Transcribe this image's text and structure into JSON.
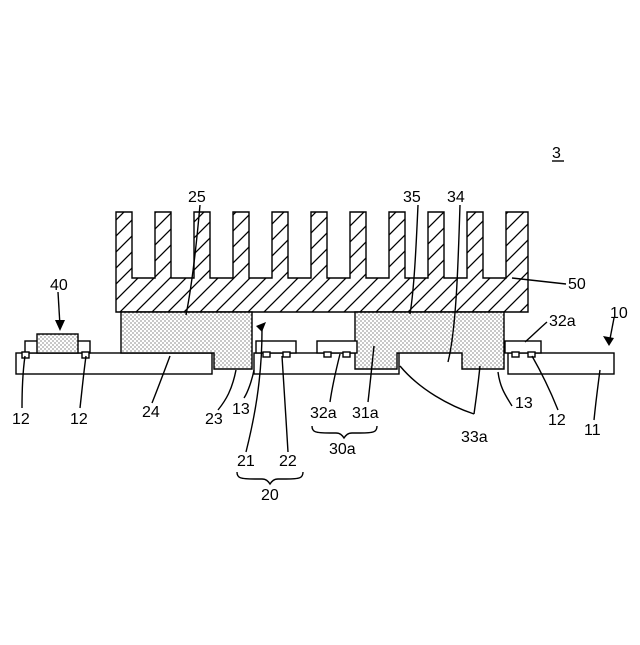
{
  "figure_number": "3",
  "labels": {
    "l40": "40",
    "l25": "25",
    "l35": "35",
    "l34": "34",
    "l50": "50",
    "l32a_top": "32a",
    "l10": "10",
    "l12_a": "12",
    "l12_b": "12",
    "l24": "24",
    "l23": "23",
    "l13_a": "13",
    "l32a_bottom": "32a",
    "l31a": "31a",
    "l13_b": "13",
    "l12_c": "12",
    "l11": "11",
    "l30a": "30a",
    "l33a": "33a",
    "l21": "21",
    "l22": "22",
    "l20": "20"
  }
}
